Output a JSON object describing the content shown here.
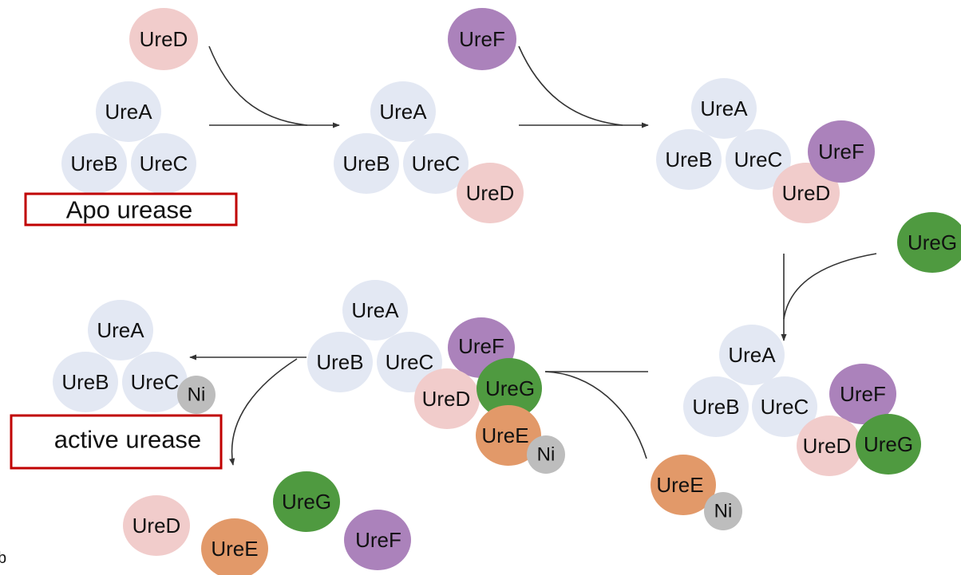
{
  "labels": {
    "apo_urease": "Apo urease",
    "active_urease": "active urease",
    "ure_a": "UreA",
    "ure_b": "UreB",
    "ure_c": "UreC",
    "ure_d": "UreD",
    "ure_e": "UreE",
    "ure_f": "UreF",
    "ure_g": "UreG",
    "ni": "Ni",
    "corner_mark": "b"
  },
  "colors": {
    "ure_abc": "#e3e8f3",
    "ure_d": "#f1cccb",
    "ure_e": "#e29969",
    "ure_f": "#ab82bb",
    "ure_g": "#4f9a40",
    "ni": "#bdbdbd",
    "box_border": "#c00000",
    "arrow": "#333333"
  }
}
